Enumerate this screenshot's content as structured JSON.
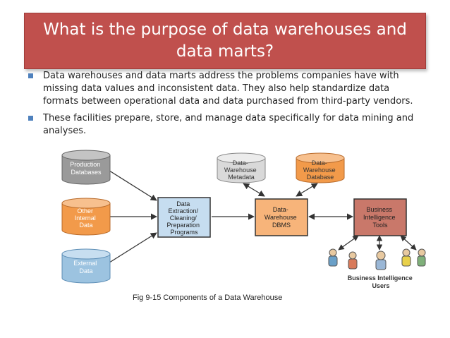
{
  "slide": {
    "title": "What is the purpose of data warehouses and data marts?",
    "bullets": [
      "Data warehouses and data marts address the problems companies have with missing data values and inconsistent data. They also help standardize data formats between operational data and data purchased from third-party vendors.",
      "These facilities prepare, store, and manage data specifically for data mining and analyses."
    ]
  },
  "diagram": {
    "sources": [
      {
        "lines": [
          "Production",
          "Databases"
        ],
        "color": "#9a9a9a"
      },
      {
        "lines": [
          "Other",
          "Internal",
          "Data"
        ],
        "color": "#f29a4a"
      },
      {
        "lines": [
          "External",
          "Data"
        ],
        "color": "#9cc3e0"
      }
    ],
    "extraction": {
      "lines": [
        "Data",
        "Extraction/",
        "Cleaning/",
        "Preparation",
        "Programs"
      ],
      "color": "#c6ddf0"
    },
    "dbms": {
      "lines": [
        "Data-",
        "Warehouse",
        "DBMS"
      ],
      "color": "#f7b47a"
    },
    "metadata": {
      "lines": [
        "Data-",
        "Warehouse",
        "Metadata"
      ],
      "color": "#d9d9d9"
    },
    "database": {
      "lines": [
        "Data-",
        "Warehouse",
        "Database"
      ],
      "color": "#f29a4a"
    },
    "bi_tools": {
      "lines": [
        "Business",
        "Intelligence",
        "Tools"
      ],
      "color": "#c9786a"
    },
    "bi_users": {
      "lines": [
        "Business Intelligence",
        "Users"
      ]
    }
  },
  "caption": "Fig 9-15 Components of a Data Warehouse"
}
